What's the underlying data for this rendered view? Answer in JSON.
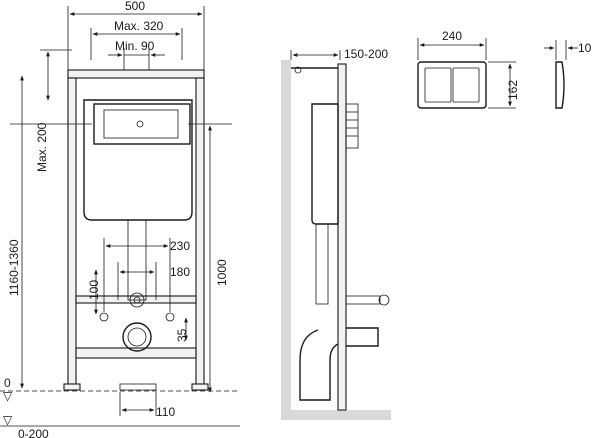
{
  "front_view": {
    "width_label": "500",
    "max_label": "Max. 320",
    "min_label": "Min. 90",
    "max200_label": "Max. 200",
    "range_1160_label": "1160-1360",
    "height_1000_label": "1000",
    "d230_label": "230",
    "d180_label": "180",
    "d100_label": "100",
    "d35_label": "35",
    "d110_label": "110",
    "zero_label": "0",
    "floor_label": "0-200"
  },
  "side_view": {
    "depth_label": "150-200"
  },
  "flush_plate": {
    "width_label": "240",
    "height_label": "162",
    "thickness_label": "10"
  },
  "colors": {
    "line": "#1a1a1a",
    "wall": "#d9d9d9",
    "frame_fill": "#f2f2f2"
  }
}
